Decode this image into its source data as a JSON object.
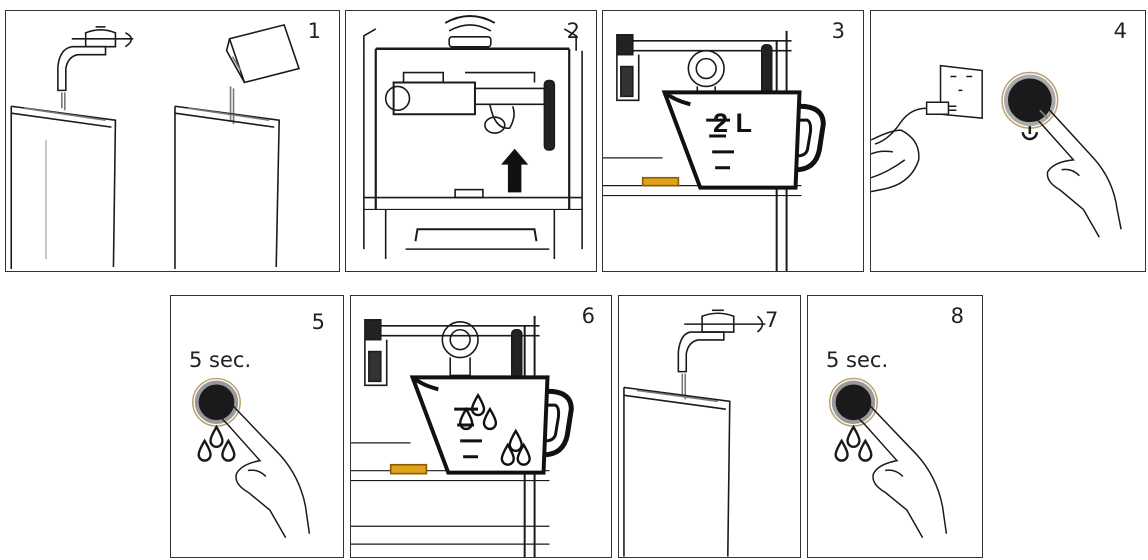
{
  "steps": [
    {
      "number": "1"
    },
    {
      "number": "2"
    },
    {
      "number": "3",
      "label": "2 L"
    },
    {
      "number": "4"
    },
    {
      "number": "5",
      "label": "5 sec."
    },
    {
      "number": "6"
    },
    {
      "number": "7"
    },
    {
      "number": "8",
      "label": "5 sec."
    }
  ],
  "colors": {
    "line": "#1a1a1a",
    "drip_tray": "#e0a21b",
    "knob": "#1a1a1a"
  },
  "icons": [
    "tap-icon",
    "pour-container-icon",
    "arrow-up-icon",
    "measuring-jug-icon",
    "plug-icon",
    "power-icon",
    "finger-press-icon",
    "water-drops-icon"
  ]
}
